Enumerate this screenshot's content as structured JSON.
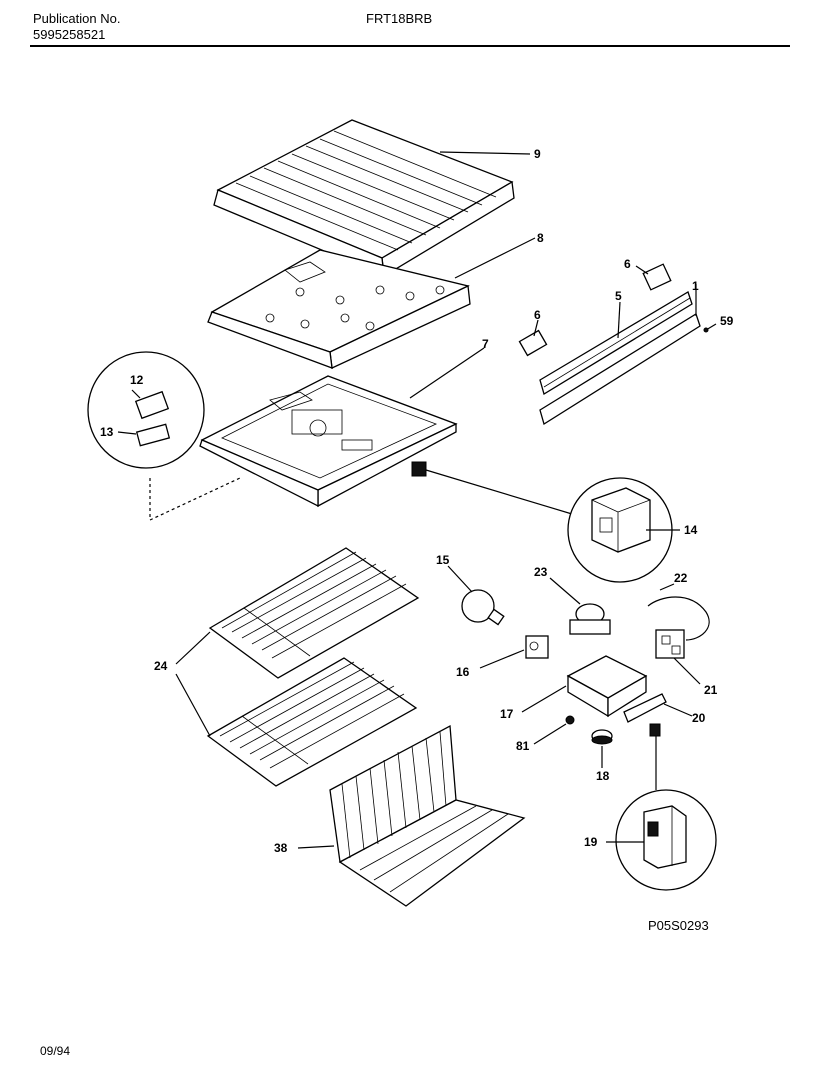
{
  "header": {
    "publication_label": "Publication No.",
    "publication_number": "5995258521",
    "model": "FRT18BRB"
  },
  "footer": {
    "reference_code": "P05S0293",
    "date": "09/94"
  },
  "callouts": {
    "c9": "9",
    "c8": "8",
    "c7": "7",
    "c6a": "6",
    "c6b": "6",
    "c5": "5",
    "c1": "1",
    "c59": "59",
    "c12": "12",
    "c13": "13",
    "c14": "14",
    "c15": "15",
    "c23": "23",
    "c22": "22",
    "c16": "16",
    "c24": "24",
    "c21": "21",
    "c17": "17",
    "c20": "20",
    "c81": "81",
    "c18": "18",
    "c38": "38",
    "c19": "19"
  }
}
